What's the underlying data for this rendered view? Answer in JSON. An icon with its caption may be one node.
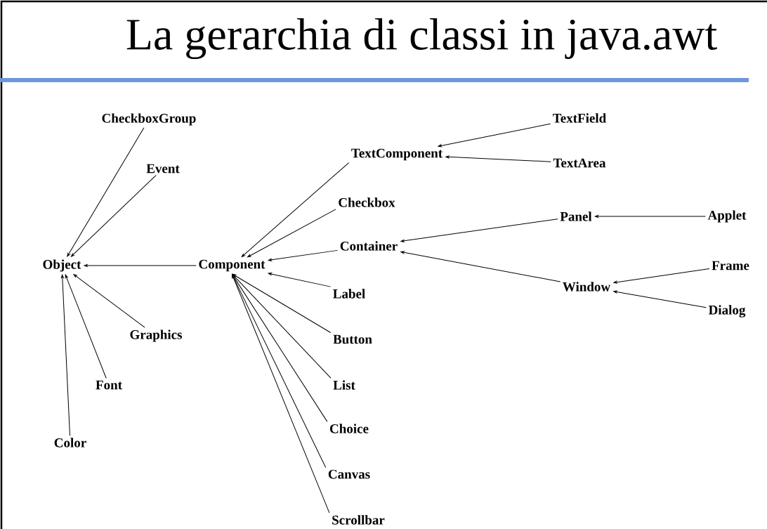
{
  "diagram": {
    "title": "La gerarchia di classi in java.awt",
    "nodes": [
      {
        "text": [
          "CheckboxGroup"
        ]
      },
      {
        "text": [
          "Event"
        ]
      },
      {
        "text": [
          "Object"
        ]
      },
      {
        "text": [
          "Component"
        ]
      },
      {
        "text": [
          "Graphics"
        ]
      },
      {
        "text": [
          "Font"
        ]
      },
      {
        "text": [
          "Color"
        ]
      },
      {
        "text": [
          "TextComponent"
        ]
      },
      {
        "text": [
          "Checkbox"
        ]
      },
      {
        "text": [
          "Container"
        ]
      },
      {
        "text": [
          "Label"
        ]
      },
      {
        "text": [
          "Button"
        ]
      },
      {
        "text": [
          "List"
        ]
      },
      {
        "text": [
          "Choice"
        ]
      },
      {
        "text": [
          "Canvas"
        ]
      },
      {
        "text": [
          "Scrollbar"
        ]
      },
      {
        "text": [
          "TextField"
        ]
      },
      {
        "text": [
          "TextArea"
        ]
      },
      {
        "text": [
          "Panel"
        ]
      },
      {
        "text": [
          "Applet"
        ]
      },
      {
        "text": [
          "Window"
        ]
      },
      {
        "text": [
          "Frame"
        ]
      },
      {
        "text": [
          "Dialog"
        ]
      }
    ],
    "edges": [
      {
        "from": 0,
        "to": 2,
        "arrow": "to"
      },
      {
        "from": 1,
        "to": 2,
        "arrow": "to"
      },
      {
        "from": 3,
        "to": 2,
        "arrow": "to"
      },
      {
        "from": 4,
        "to": 2,
        "arrow": "to"
      },
      {
        "from": 5,
        "to": 2,
        "arrow": "to"
      },
      {
        "from": 6,
        "to": 2,
        "arrow": "to"
      },
      {
        "from": 7,
        "to": 3,
        "arrow": "to"
      },
      {
        "from": 8,
        "to": 3,
        "arrow": "to"
      },
      {
        "from": 9,
        "to": 3,
        "arrow": "to"
      },
      {
        "from": 10,
        "to": 3,
        "arrow": "to"
      },
      {
        "from": 11,
        "to": 3,
        "arrow": "to"
      },
      {
        "from": 12,
        "to": 3,
        "arrow": "to"
      },
      {
        "from": 13,
        "to": 3,
        "arrow": "to"
      },
      {
        "from": 14,
        "to": 3,
        "arrow": "to"
      },
      {
        "from": 15,
        "to": 3,
        "arrow": "to"
      },
      {
        "from": 16,
        "to": 7,
        "arrow": "to"
      },
      {
        "from": 17,
        "to": 7,
        "arrow": "to"
      },
      {
        "from": 18,
        "to": 9,
        "arrow": "to"
      },
      {
        "from": 20,
        "to": 9,
        "arrow": "to"
      },
      {
        "from": 19,
        "to": 18,
        "arrow": "to"
      },
      {
        "from": 21,
        "to": 20,
        "arrow": "to"
      },
      {
        "from": 22,
        "to": 20,
        "arrow": "to"
      }
    ]
  }
}
